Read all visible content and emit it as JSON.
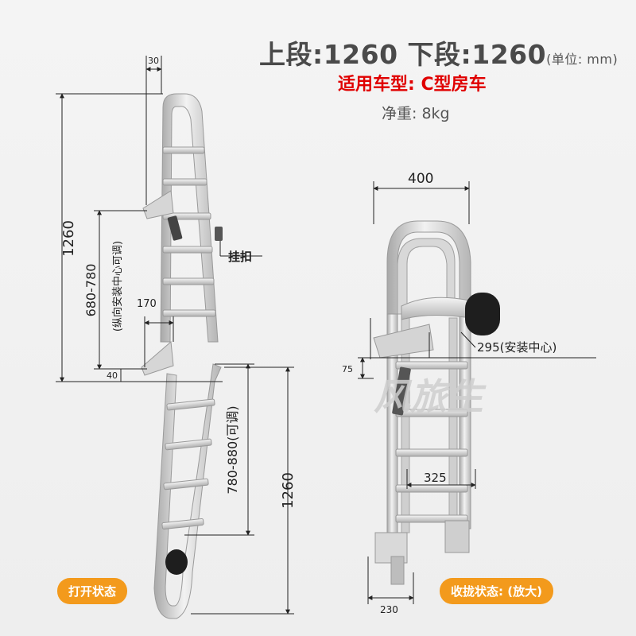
{
  "header": {
    "title": "上段:1260 下段:1260",
    "unit": "(单位: mm)",
    "vehicle_type": "适用车型: C型房车",
    "weight": "净重: 8kg"
  },
  "left_view": {
    "dim_top_width": "30",
    "dim_total_height": "1260",
    "dim_adjust_range": "680-780",
    "dim_adjust_note": "(纵向安装中心可调)",
    "dim_bracket": "170",
    "dim_bottom_offset": "40",
    "hook_label": "挂扣",
    "dim_lower_adjust": "780-880(可调)",
    "dim_lower_height": "1260",
    "status_label": "打开状态"
  },
  "right_view": {
    "dim_width": "400",
    "dim_mount_center": "295(安装中心)",
    "dim_bracket_height": "75",
    "dim_inner_width": "325",
    "dim_base_width": "230",
    "status_label": "收拢状态: (放大)"
  },
  "watermark": "风旅生",
  "colors": {
    "dimension_line": "#222222",
    "ladder_light": "#e2e2e2",
    "ladder_shade": "#a8a8a8",
    "badge": "#f39a1c",
    "vehicle_text": "#e00000"
  }
}
